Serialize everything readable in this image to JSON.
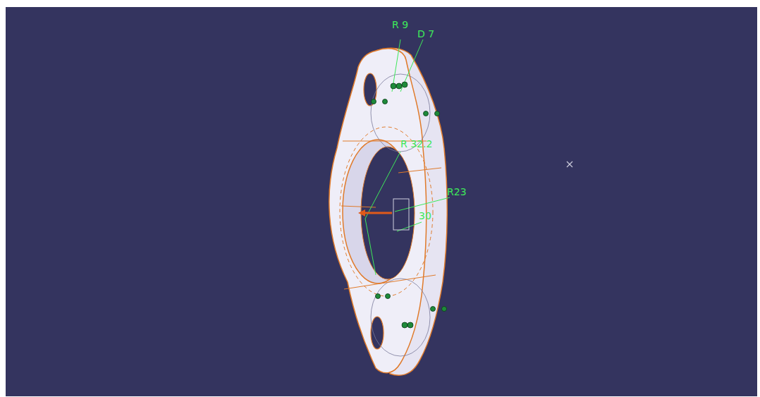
{
  "diagram": {
    "labels": [
      "R 9",
      "D 7",
      "R 32.2",
      "R23",
      "30"
    ]
  }
}
